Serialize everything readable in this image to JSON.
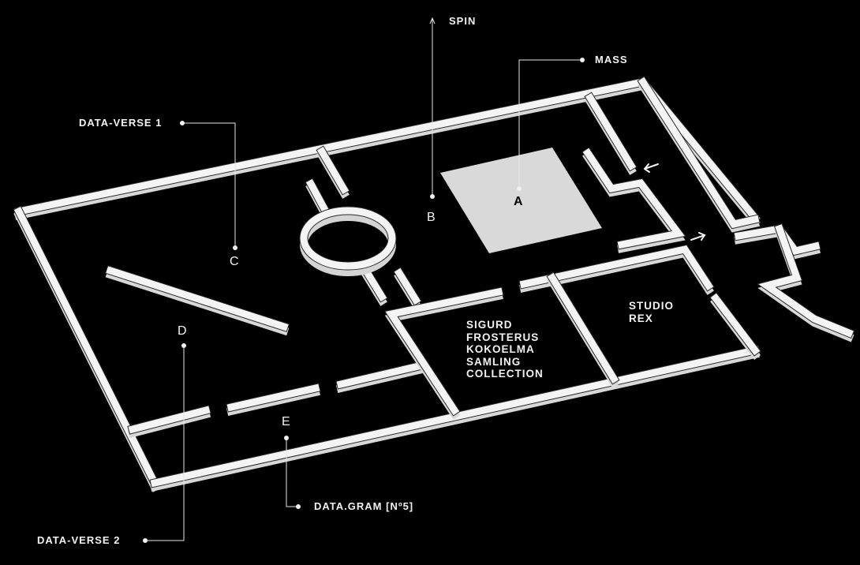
{
  "title": "Exhibition floor plan (isometric)",
  "colors": {
    "background": "#000000",
    "wall_top": "#f4f4f4",
    "wall_side": "#d8d8d8",
    "wall_edge": "#2a2a2a",
    "platform": "#d9d9d9",
    "leader": "#e6e6e6",
    "text": "#f2f2f2"
  },
  "callouts": [
    {
      "id": "spin",
      "label": "SPIN",
      "marker": "B",
      "kind": "arrow-up"
    },
    {
      "id": "mass",
      "label": "MASS",
      "marker": "A"
    },
    {
      "id": "data-verse-1",
      "label": "DATA-VERSE 1",
      "marker": "C"
    },
    {
      "id": "data-verse-2",
      "label": "DATA-VERSE 2",
      "marker": "D"
    },
    {
      "id": "data-gram",
      "label": "DATA.GRAM [Nº5]",
      "marker": "E"
    }
  ],
  "markers": {
    "A": "A",
    "B": "B",
    "C": "C",
    "D": "D",
    "E": "E"
  },
  "rooms": {
    "sigurd": "SIGURD\nFROSTERUS\nKOKOELMA\nSAMLING\nCOLLECTION",
    "studio_rex": "STUDIO\nREX"
  },
  "arrows": [
    {
      "id": "entrance-arrow-in",
      "direction": "left"
    },
    {
      "id": "entrance-arrow-out",
      "direction": "right"
    }
  ]
}
